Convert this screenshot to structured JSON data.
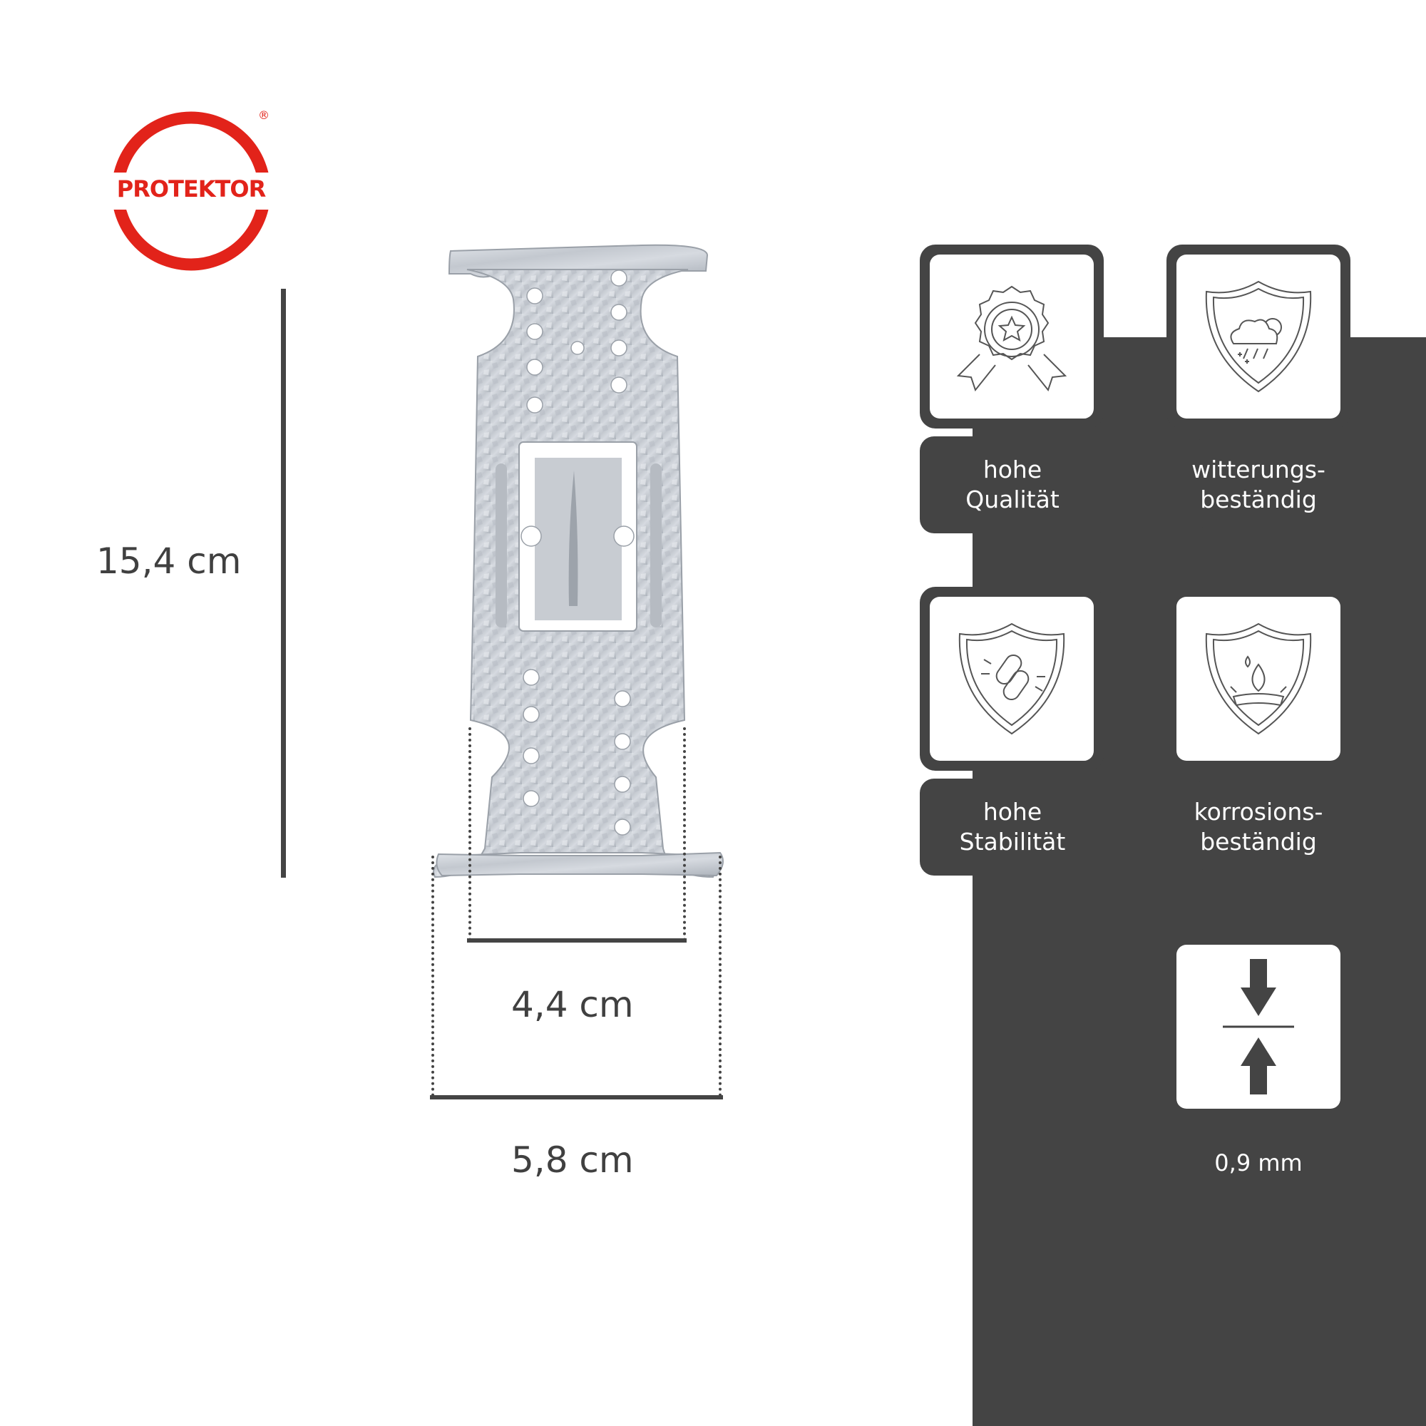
{
  "brand": {
    "name": "PROTEKTOR",
    "registered_mark": "®",
    "color": "#e2231a"
  },
  "dimensions": {
    "height": "15,4 cm",
    "inner_width": "4,4 cm",
    "outer_width": "5,8 cm"
  },
  "features": [
    {
      "label": "hohe\nQualität",
      "icon": "quality-badge-icon"
    },
    {
      "label": "witterungs-\nbeständig",
      "icon": "weather-shield-icon"
    },
    {
      "label": "hohe\nStabilität",
      "icon": "stability-shield-icon"
    },
    {
      "label": "korrosions-\nbeständig",
      "icon": "corrosion-shield-icon"
    }
  ],
  "thickness": {
    "label": "0,9 mm",
    "icon": "thickness-arrows-icon"
  },
  "colors": {
    "panel": "#444444",
    "text": "#404040",
    "accent": "#e2231a"
  }
}
